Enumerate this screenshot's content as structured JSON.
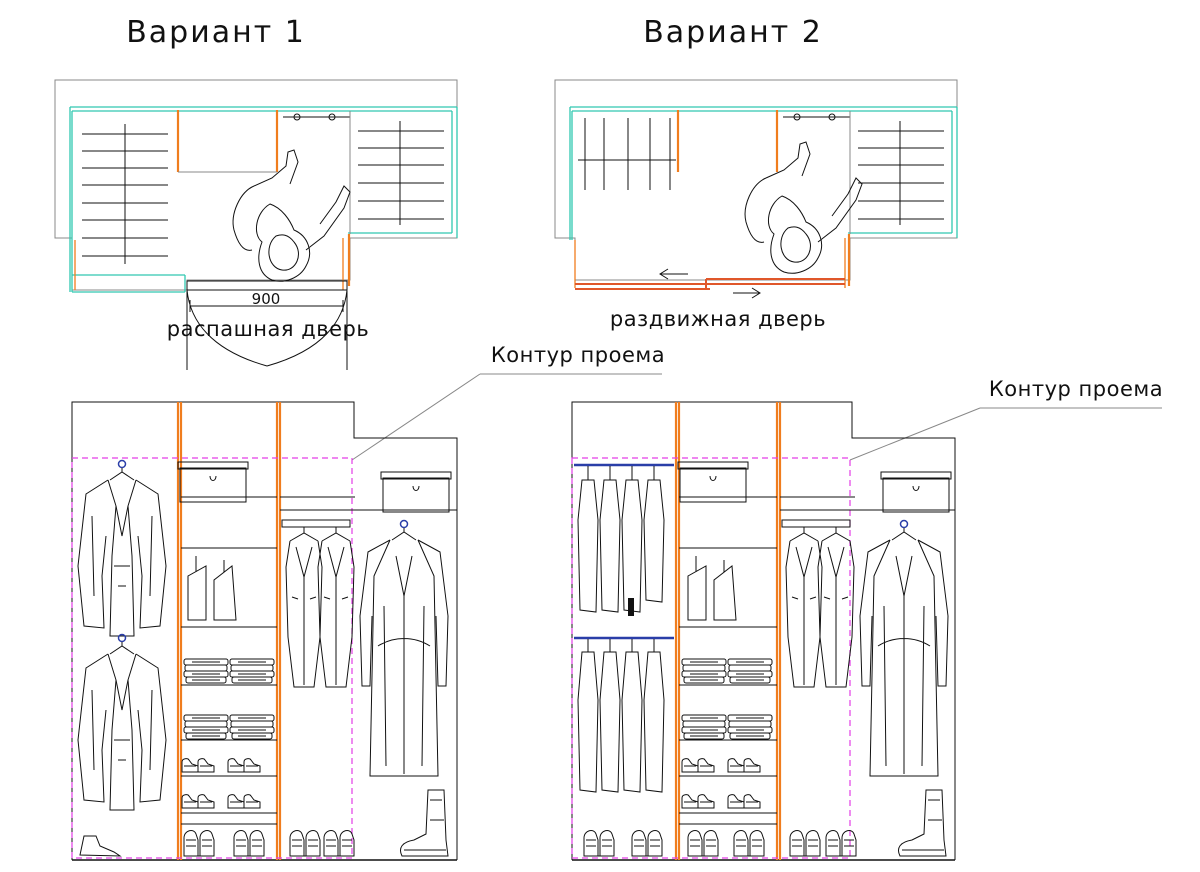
{
  "variant1": {
    "title": "Вариант 1",
    "door_label": "распашная дверь",
    "dimension": "900",
    "contour_label": "Контур проема"
  },
  "variant2": {
    "title": "Вариант 2",
    "door_label": "раздвижная дверь",
    "contour_label": "Контур проема"
  },
  "colors": {
    "panels": "#f07d1e",
    "contour": "#e33ee6",
    "walls": "#30c8b0",
    "rods": "#2a3ea8",
    "sliding_door": "#e0572a"
  }
}
